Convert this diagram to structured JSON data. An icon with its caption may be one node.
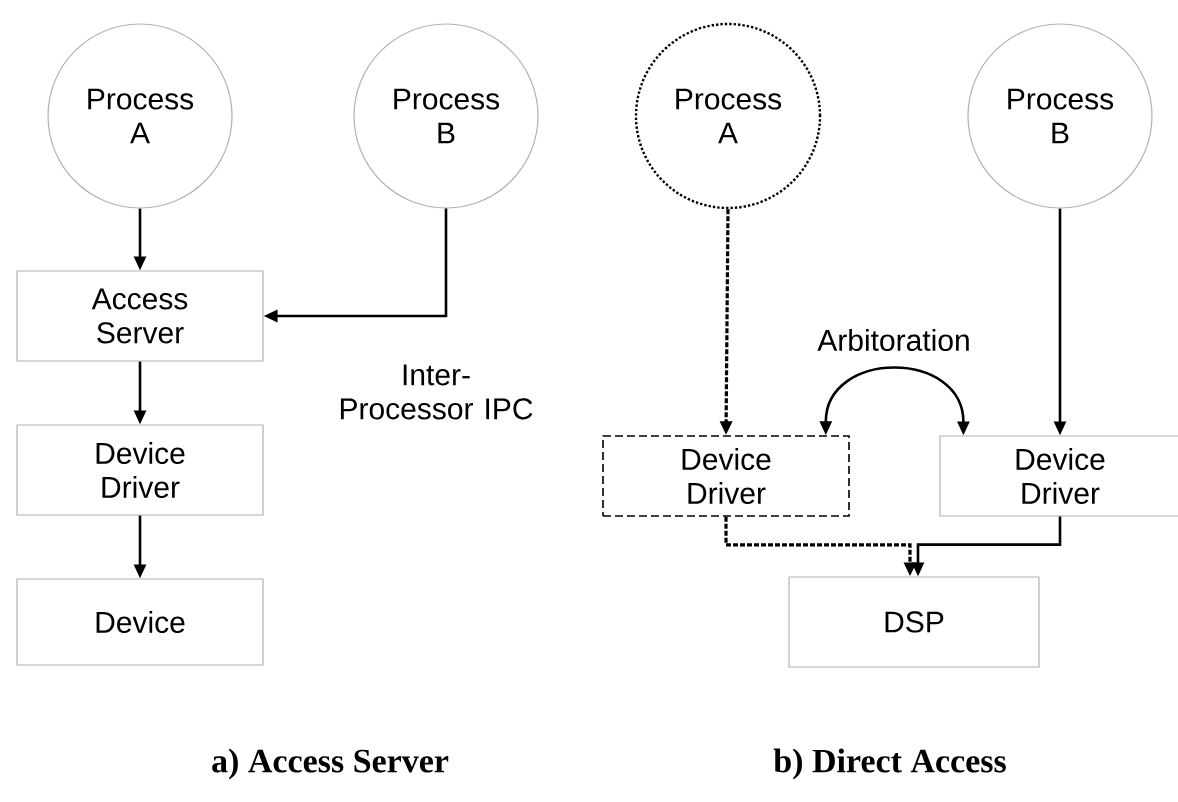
{
  "diagram": {
    "nodes": [
      {
        "text": [
          "Process A"
        ]
      },
      {
        "text": [
          "Process B"
        ]
      },
      {
        "text": [
          "Access Server"
        ]
      },
      {
        "text": [
          "Device Driver"
        ]
      },
      {
        "text": [
          "Device"
        ]
      },
      {
        "text": [
          "Process A"
        ]
      },
      {
        "text": [
          "Process B"
        ]
      },
      {
        "text": [
          "Device Driver"
        ]
      },
      {
        "text": [
          "Device Driver"
        ]
      },
      {
        "text": [
          "DSP"
        ]
      }
    ],
    "edges": [
      {
        "from": 0,
        "to": 2,
        "arrow": "to"
      },
      {
        "from": 1,
        "to": 2,
        "arrow": "to",
        "label": "Inter-Processor IPC"
      },
      {
        "from": 2,
        "to": 3,
        "arrow": "to"
      },
      {
        "from": 3,
        "to": 4,
        "arrow": "to"
      },
      {
        "from": 5,
        "to": 7,
        "arrow": "to",
        "style": "dashed"
      },
      {
        "from": 6,
        "to": 8,
        "arrow": "to"
      },
      {
        "from": 7,
        "to": 8,
        "arrow": "both",
        "label": "Arbitoration"
      },
      {
        "from": 7,
        "to": 9,
        "arrow": "to",
        "style": "dashed"
      },
      {
        "from": 8,
        "to": 9,
        "arrow": "to"
      }
    ],
    "labels": [
      "a) Access Server",
      "b) Direct Access"
    ]
  }
}
